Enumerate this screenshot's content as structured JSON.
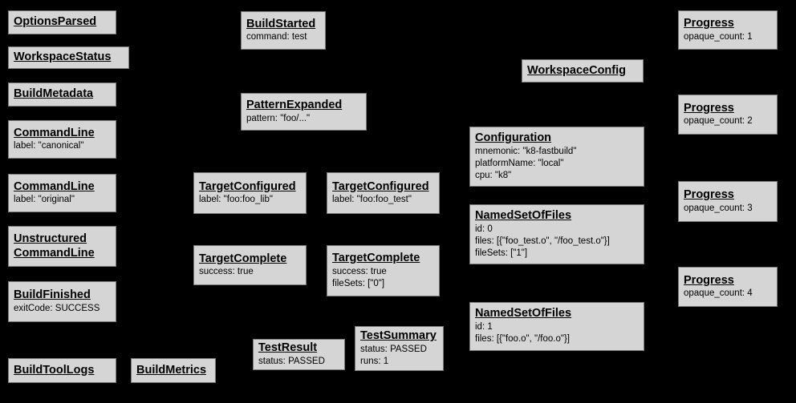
{
  "canvas": {
    "background_color": "#000000",
    "node_fill_color": "#d5d5d5",
    "node_border_color": "#7a7a7a",
    "text_color": "#000000"
  },
  "boxes": {
    "options_parsed": {
      "title": "OptionsParsed",
      "lines": []
    },
    "workspace_status": {
      "title": "WorkspaceStatus",
      "lines": []
    },
    "build_metadata": {
      "title": "BuildMetadata",
      "lines": []
    },
    "command_line_canonical": {
      "title": "CommandLine",
      "lines": [
        "label: \"canonical\""
      ]
    },
    "command_line_original": {
      "title": "CommandLine",
      "lines": [
        "label: \"original\""
      ]
    },
    "unstructured_command_line": {
      "title": "Unstructured\nCommandLine",
      "lines": []
    },
    "build_finished": {
      "title": "BuildFinished",
      "lines": [
        "exitCode: SUCCESS"
      ]
    },
    "build_tool_logs": {
      "title": "BuildToolLogs",
      "lines": []
    },
    "build_metrics": {
      "title": "BuildMetrics",
      "lines": []
    },
    "build_started": {
      "title": "BuildStarted",
      "lines": [
        "command: test"
      ]
    },
    "pattern_expanded": {
      "title": "PatternExpanded",
      "lines": [
        "pattern: \"foo/...\""
      ]
    },
    "target_configured_lib": {
      "title": "TargetConfigured",
      "lines": [
        "label: \"foo:foo_lib\""
      ]
    },
    "target_configured_test": {
      "title": "TargetConfigured",
      "lines": [
        "label: \"foo:foo_test\""
      ]
    },
    "target_complete_lib": {
      "title": "TargetComplete",
      "lines": [
        "success: true"
      ]
    },
    "target_complete_test": {
      "title": "TargetComplete",
      "lines": [
        "success: true",
        "fileSets: [\"0\"]"
      ]
    },
    "test_result": {
      "title": "TestResult",
      "lines": [
        "status: PASSED"
      ]
    },
    "test_summary": {
      "title": "TestSummary",
      "lines": [
        "status: PASSED",
        "runs: 1"
      ]
    },
    "workspace_config": {
      "title": "WorkspaceConfig",
      "lines": []
    },
    "configuration": {
      "title": "Configuration",
      "lines": [
        "mnemonic: \"k8-fastbuild\"",
        "platformName: \"local\"",
        "cpu: \"k8\""
      ]
    },
    "named_set_of_files_0": {
      "title": "NamedSetOfFiles",
      "lines": [
        "id: 0",
        "files: [{\"foo_test.o\", \"/foo_test.o\"}]",
        "fileSets: [\"1\"]"
      ]
    },
    "named_set_of_files_1": {
      "title": "NamedSetOfFiles",
      "lines": [
        "id: 1",
        "files: [{\"foo.o\", \"/foo.o\"}]"
      ]
    },
    "progress_1": {
      "title": "Progress",
      "lines": [
        "opaque_count: 1"
      ]
    },
    "progress_2": {
      "title": "Progress",
      "lines": [
        "opaque_count: 2"
      ]
    },
    "progress_3": {
      "title": "Progress",
      "lines": [
        "opaque_count: 3"
      ]
    },
    "progress_4": {
      "title": "Progress",
      "lines": [
        "opaque_count: 4"
      ]
    }
  }
}
